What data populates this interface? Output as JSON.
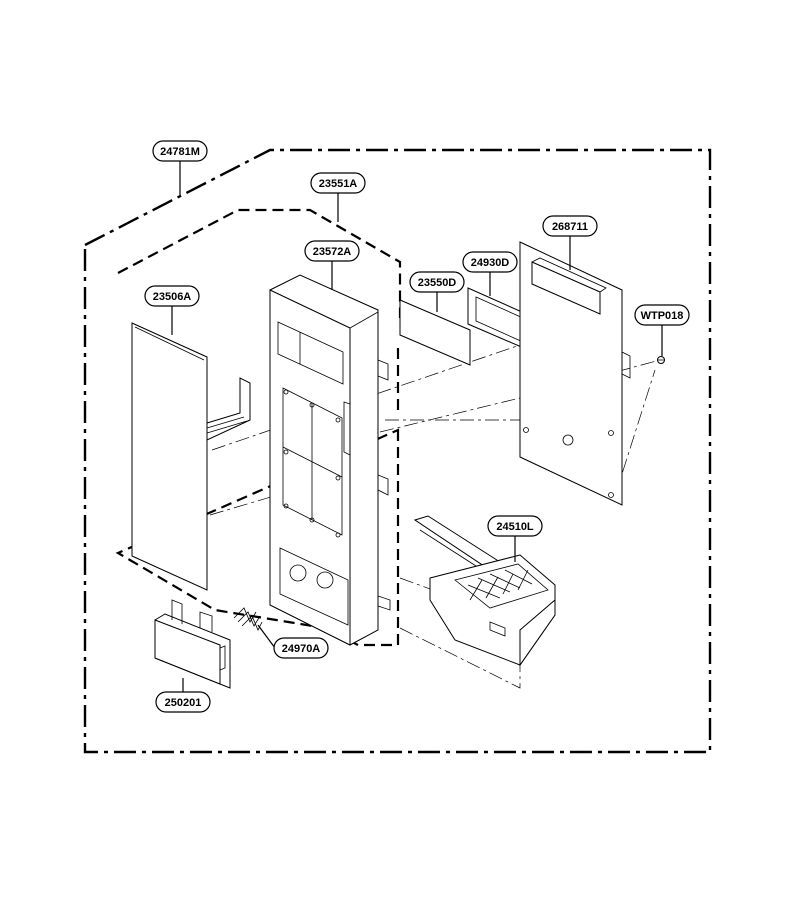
{
  "labels": {
    "outer_assembly": "24781M",
    "inner_assembly": "23551A",
    "front_panel": "23572A",
    "membrane": "23506A",
    "display_window": "23550D",
    "display_frame": "24930D",
    "pcb": "268711",
    "screw": "WTP018",
    "latch_lever": "24510L",
    "spring": "24970A",
    "door_button": "250201"
  },
  "colors": {
    "ink": "#000000",
    "paper": "#ffffff"
  }
}
